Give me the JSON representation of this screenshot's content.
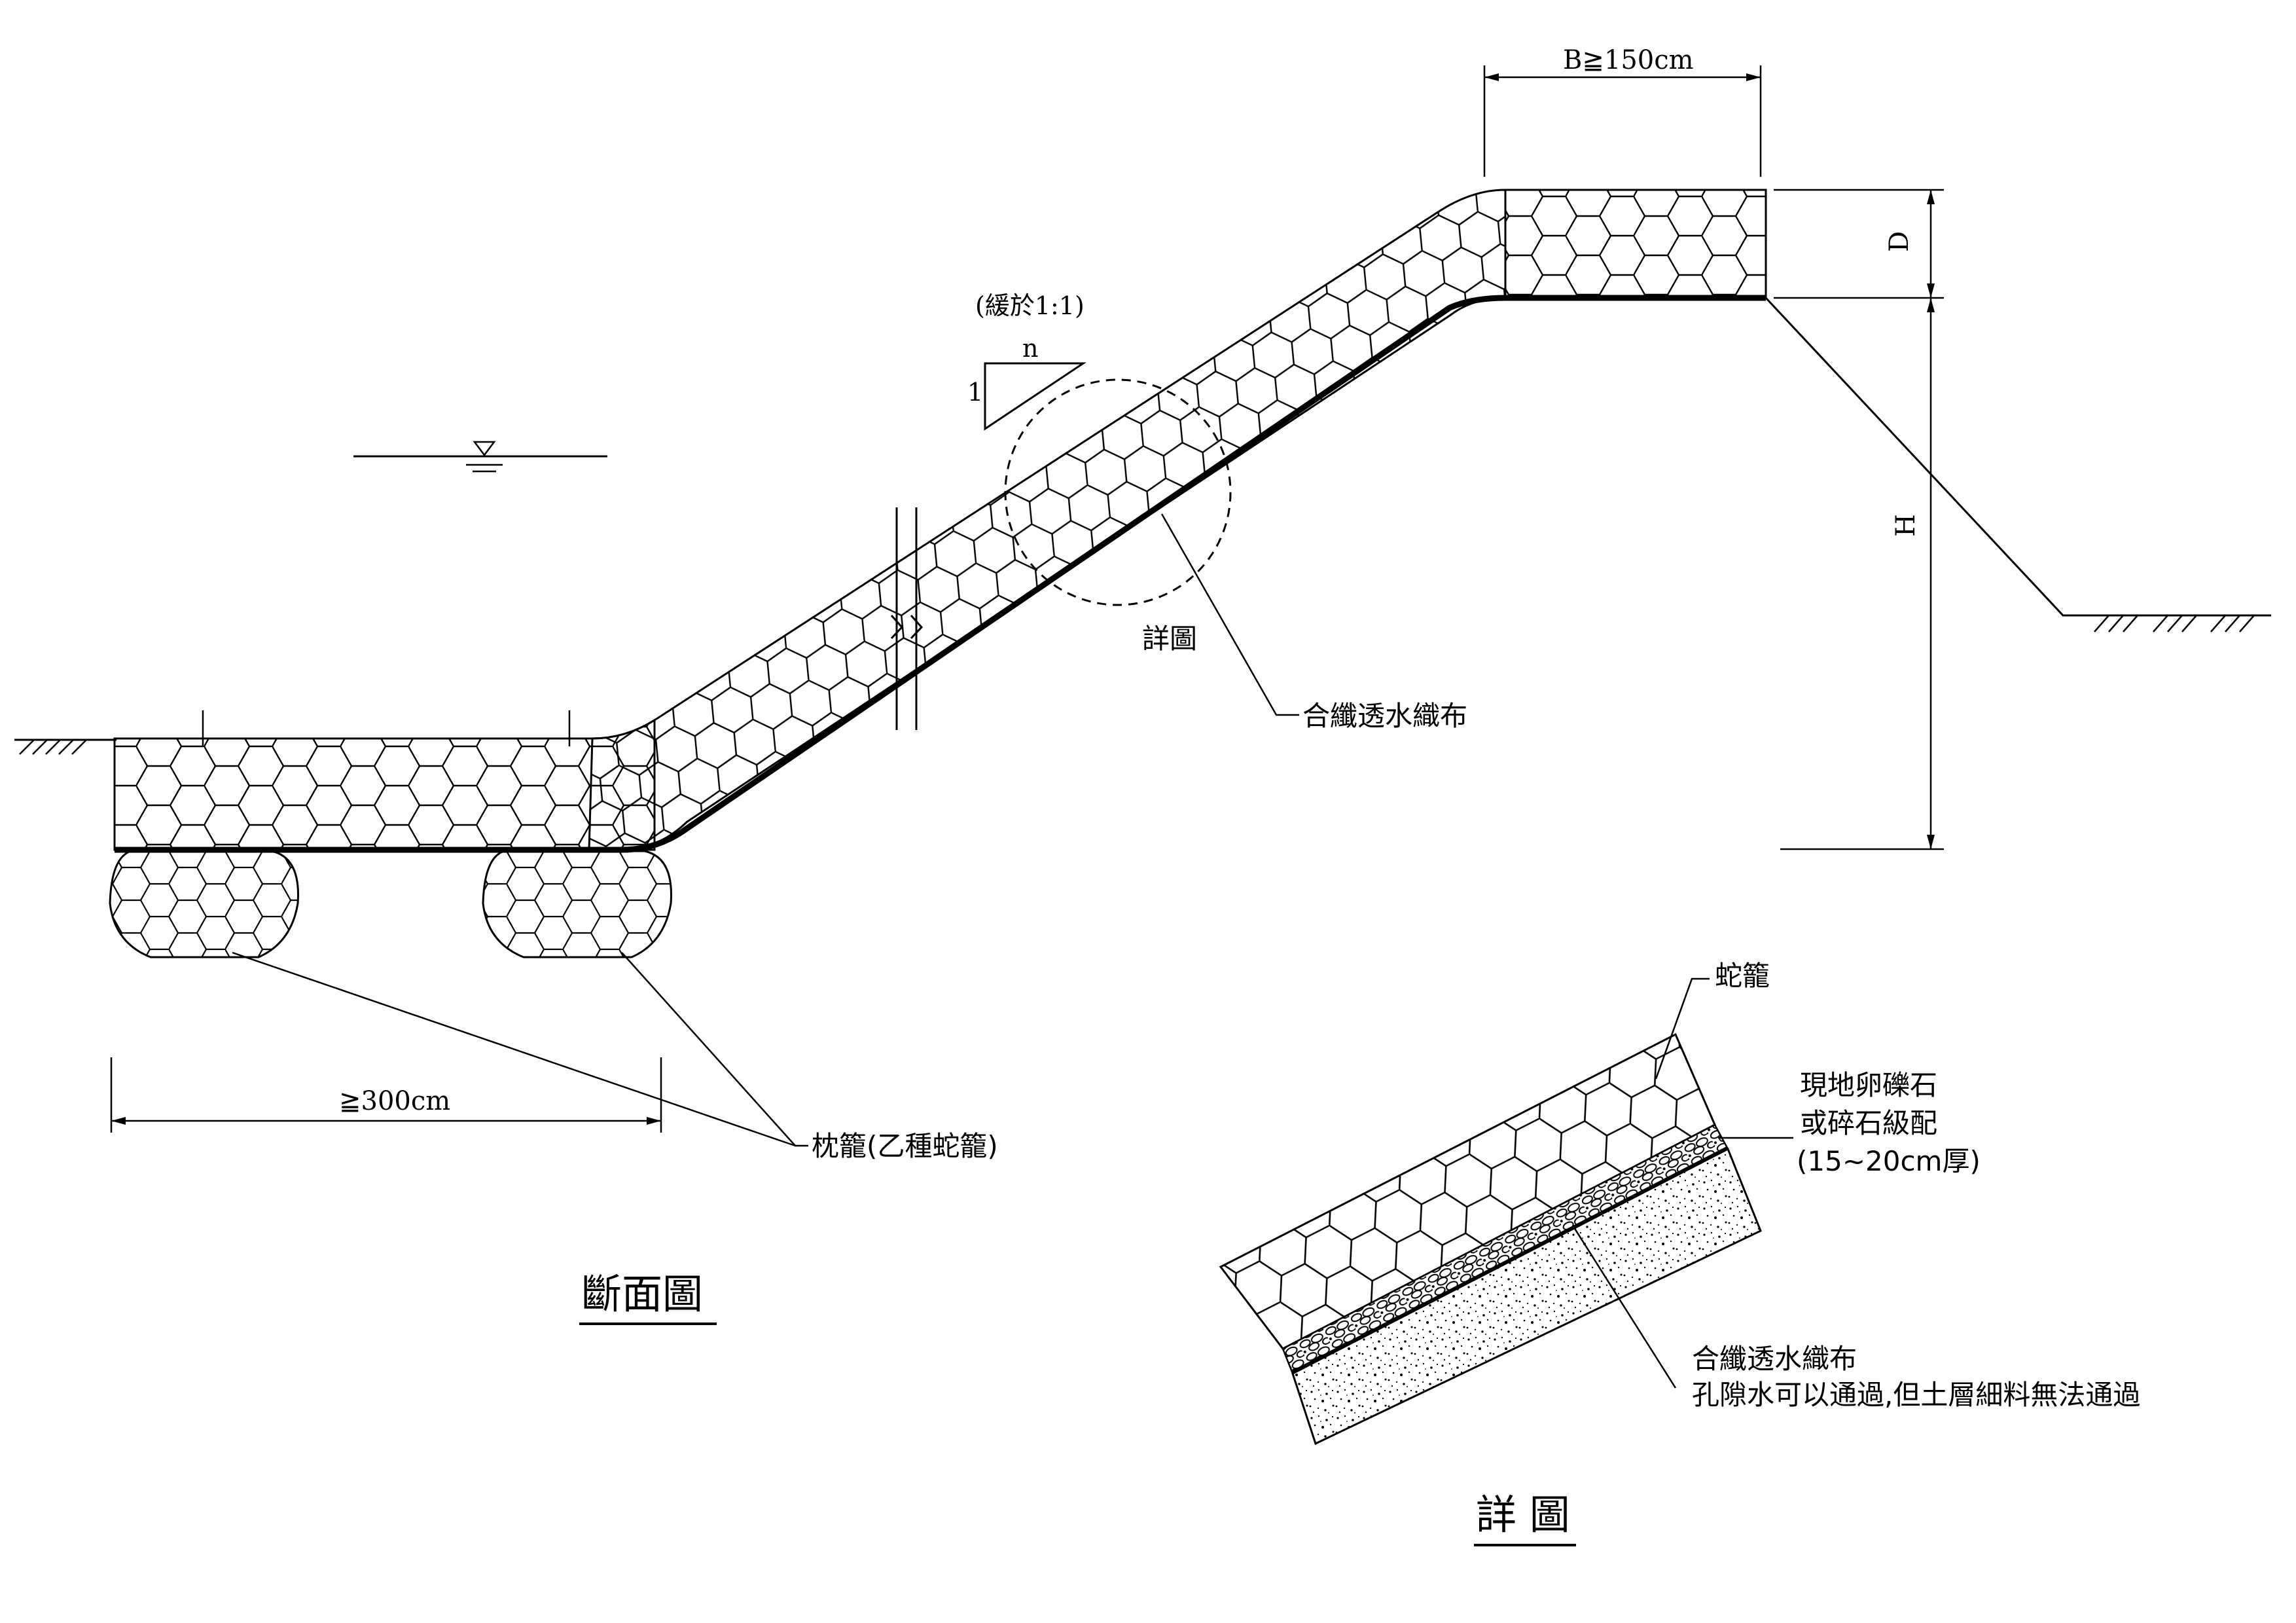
{
  "section": {
    "title": "斷面圖",
    "crest_width": "B≧150cm",
    "depth_label": "D",
    "height_label": "H",
    "slope_note": "(緩於1:1)",
    "slope_run": "n",
    "slope_rise": "1",
    "detail_ref": "詳圖",
    "geotextile": "合纖透水織布",
    "base_length": "≧300cm",
    "pillow_gabion": "枕籠(乙種蛇籠)"
  },
  "detail": {
    "title": "詳 圖",
    "gabion": "蛇籠",
    "gravel_line1": "現地卵礫石",
    "gravel_line2": "或碎石級配",
    "gravel_line3": "(15~20cm厚)",
    "fabric_line1": "合纖透水織布",
    "fabric_line2": "孔隙水可以通過,但土層細料無法通過"
  }
}
